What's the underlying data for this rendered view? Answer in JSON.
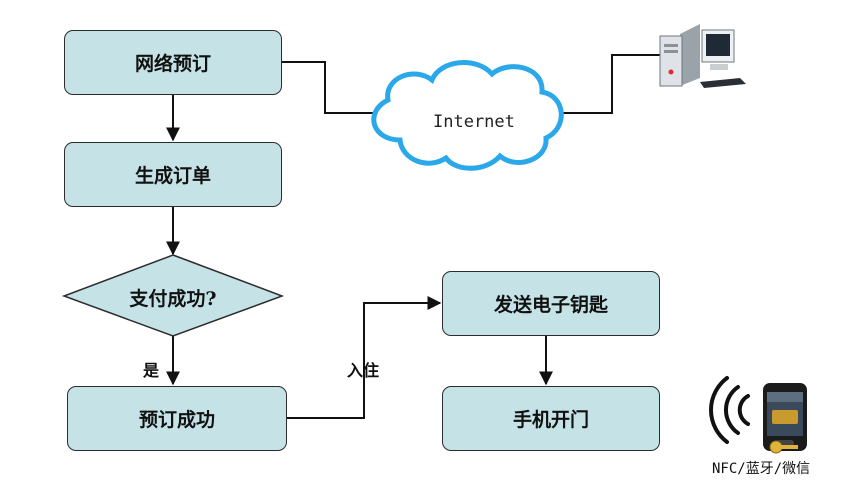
{
  "nodes": {
    "online_booking": "网络预订",
    "generate_order": "生成订单",
    "payment_success": "支付成功?",
    "booking_success": "预订成功",
    "send_ekey": "发送电子钥匙",
    "phone_unlock": "手机开门"
  },
  "edge_labels": {
    "yes": "是",
    "checkin": "入住"
  },
  "cloud": {
    "label": "Internet"
  },
  "devices": {
    "caption": "NFC/蓝牙/微信"
  },
  "icons": {
    "cloud": "cloud-icon",
    "server": "server-computer-icon",
    "wireless": "wireless-signal-icon",
    "phone": "smartphone-icon"
  },
  "colors": {
    "node_fill": "#c5e3e6",
    "cloud_stroke": "#2aa8ea"
  }
}
